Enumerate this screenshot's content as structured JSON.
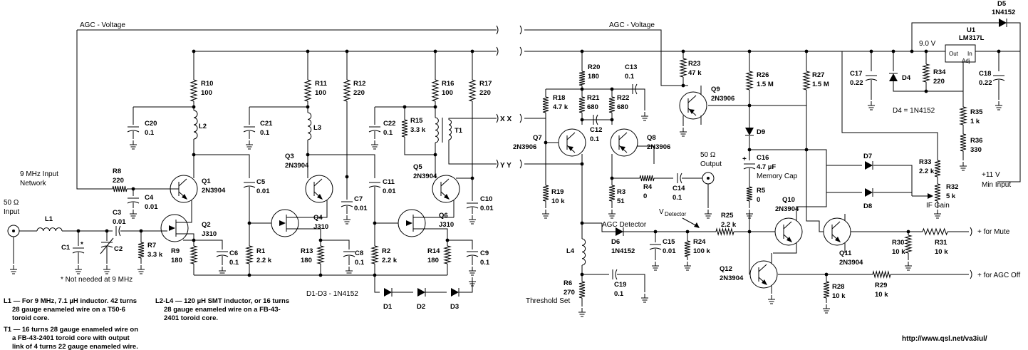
{
  "rails": {
    "agc_left": "AGC - Voltage",
    "agc_right": "AGC - Voltage"
  },
  "labels": {
    "input": [
      "50 Ω",
      "Input"
    ],
    "net": [
      "9 MHz Input",
      "Network"
    ],
    "notneeded": "* Not needed at 9 MHz",
    "star": "*",
    "xx": "X  X",
    "yy": "Y  Y",
    "output": [
      "50 Ω",
      "Output"
    ],
    "agcdet": "AGC Detector",
    "vdet": "V",
    "vdet_sub": "Detector",
    "memcap": "Memory Cap",
    "plus": "+",
    "d4note": "D4 = 1N4152",
    "ifgain": "IF Gain",
    "min_input": [
      "+11 V",
      "Min Input"
    ],
    "vreg": "9.0 V",
    "for_mute": "+ for Mute",
    "for_agc": "+ for AGC Off",
    "threshold": "Threshold Set",
    "d_note": "D1-D3 - 1N4152",
    "u1_out": "Out",
    "u1_in": "In",
    "u1_adj": "Adj",
    "url": "http://www.qsl.net/va3iul/"
  },
  "components": [
    {
      "id": "r10",
      "ref": "R10",
      "val": "100"
    },
    {
      "id": "c20",
      "ref": "C20",
      "val": "0.1"
    },
    {
      "id": "l2",
      "ref": "L2",
      "val": ""
    },
    {
      "id": "r8",
      "ref": "R8",
      "val": "220"
    },
    {
      "id": "c4",
      "ref": "C4",
      "val": "0.01"
    },
    {
      "id": "q1",
      "ref": "Q1",
      "val": "2N3904"
    },
    {
      "id": "q2",
      "ref": "Q2",
      "val": "J310"
    },
    {
      "id": "l1",
      "ref": "L1",
      "val": ""
    },
    {
      "id": "c3",
      "ref": "C3",
      "val": "0.01"
    },
    {
      "id": "c1",
      "ref": "C1",
      "val": ""
    },
    {
      "id": "c2",
      "ref": "C2",
      "val": ""
    },
    {
      "id": "r7",
      "ref": "R7",
      "val": "3.3 k"
    },
    {
      "id": "r9",
      "ref": "R9",
      "val": "180"
    },
    {
      "id": "c6",
      "ref": "C6",
      "val": "0.1"
    },
    {
      "id": "c21",
      "ref": "C21",
      "val": "0.1"
    },
    {
      "id": "r11",
      "ref": "R11",
      "val": "100"
    },
    {
      "id": "l3",
      "ref": "L3",
      "val": ""
    },
    {
      "id": "r12",
      "ref": "R12",
      "val": "220"
    },
    {
      "id": "c5",
      "ref": "C5",
      "val": "0.01"
    },
    {
      "id": "q3",
      "ref": "Q3",
      "val": "2N3904"
    },
    {
      "id": "q4",
      "ref": "Q4",
      "val": "J310"
    },
    {
      "id": "c7",
      "ref": "C7",
      "val": "0.01"
    },
    {
      "id": "r1",
      "ref": "R1",
      "val": "2.2 k"
    },
    {
      "id": "r13",
      "ref": "R13",
      "val": "180"
    },
    {
      "id": "c8",
      "ref": "C8",
      "val": "0.1"
    },
    {
      "id": "c22",
      "ref": "C22",
      "val": "0.1"
    },
    {
      "id": "r15",
      "ref": "R15",
      "val": "3.3 k"
    },
    {
      "id": "r16",
      "ref": "R16",
      "val": "100"
    },
    {
      "id": "r17",
      "ref": "R17",
      "val": "220"
    },
    {
      "id": "t1",
      "ref": "T1",
      "val": ""
    },
    {
      "id": "c11",
      "ref": "C11",
      "val": "0.01"
    },
    {
      "id": "q5",
      "ref": "Q5",
      "val": "2N3904"
    },
    {
      "id": "q6",
      "ref": "Q6",
      "val": "J310"
    },
    {
      "id": "c10",
      "ref": "C10",
      "val": "0.01"
    },
    {
      "id": "r2",
      "ref": "R2",
      "val": "2.2 k"
    },
    {
      "id": "r14",
      "ref": "R14",
      "val": "180"
    },
    {
      "id": "c9",
      "ref": "C9",
      "val": "0.1"
    },
    {
      "id": "d1",
      "ref": "D1",
      "val": ""
    },
    {
      "id": "d2",
      "ref": "D2",
      "val": ""
    },
    {
      "id": "d3",
      "ref": "D3",
      "val": ""
    },
    {
      "id": "r20",
      "ref": "R20",
      "val": "180"
    },
    {
      "id": "c13",
      "ref": "C13",
      "val": "0.1"
    },
    {
      "id": "r18",
      "ref": "R18",
      "val": "4.7 k"
    },
    {
      "id": "r21",
      "ref": "R21",
      "val": "680"
    },
    {
      "id": "r22",
      "ref": "R22",
      "val": "680"
    },
    {
      "id": "c12",
      "ref": "C12",
      "val": "0.1"
    },
    {
      "id": "q7",
      "ref": "Q7",
      "val": "2N3906"
    },
    {
      "id": "q8",
      "ref": "Q8",
      "val": "2N3906"
    },
    {
      "id": "r19",
      "ref": "R19",
      "val": "10 k"
    },
    {
      "id": "r3",
      "ref": "R3",
      "val": "51"
    },
    {
      "id": "r4",
      "ref": "R4",
      "val": "0"
    },
    {
      "id": "c14",
      "ref": "C14",
      "val": "0.1"
    },
    {
      "id": "r23",
      "ref": "R23",
      "val": "47 k"
    },
    {
      "id": "q9",
      "ref": "Q9",
      "val": "2N3906"
    },
    {
      "id": "l4",
      "ref": "L4",
      "val": ""
    },
    {
      "id": "d6",
      "ref": "D6",
      "val": "1N4152"
    },
    {
      "id": "c15",
      "ref": "C15",
      "val": "0.01"
    },
    {
      "id": "r24",
      "ref": "R24",
      "val": "100 k"
    },
    {
      "id": "r6",
      "ref": "R6",
      "val": "270"
    },
    {
      "id": "c19",
      "ref": "C19",
      "val": "0.1"
    },
    {
      "id": "r26",
      "ref": "R26",
      "val": "1.5 M"
    },
    {
      "id": "d9",
      "ref": "D9",
      "val": ""
    },
    {
      "id": "c16",
      "ref": "C16",
      "val": "4.7 µF"
    },
    {
      "id": "r5",
      "ref": "R5",
      "val": "0"
    },
    {
      "id": "r25",
      "ref": "R25",
      "val": "2.2 k"
    },
    {
      "id": "r27",
      "ref": "R27",
      "val": "1.5 M"
    },
    {
      "id": "q10",
      "ref": "Q10",
      "val": "2N3904"
    },
    {
      "id": "q11",
      "ref": "Q11",
      "val": "2N3904"
    },
    {
      "id": "q12",
      "ref": "Q12",
      "val": "2N3904"
    },
    {
      "id": "r28",
      "ref": "R28",
      "val": "10 k"
    },
    {
      "id": "r29",
      "ref": "R29",
      "val": "10 k"
    },
    {
      "id": "r30",
      "ref": "R30",
      "val": "10 k"
    },
    {
      "id": "r31",
      "ref": "R31",
      "val": "10 k"
    },
    {
      "id": "d7",
      "ref": "D7",
      "val": ""
    },
    {
      "id": "d8",
      "ref": "D8",
      "val": ""
    },
    {
      "id": "r33",
      "ref": "R33",
      "val": "2.2 k"
    },
    {
      "id": "r32",
      "ref": "R32",
      "val": "5 k"
    },
    {
      "id": "c17",
      "ref": "C17",
      "val": "0.22"
    },
    {
      "id": "d4",
      "ref": "D4",
      "val": ""
    },
    {
      "id": "r34",
      "ref": "R34",
      "val": "220"
    },
    {
      "id": "u1",
      "ref": "U1",
      "val": "LM317L"
    },
    {
      "id": "c18",
      "ref": "C18",
      "val": "0.22"
    },
    {
      "id": "r35",
      "ref": "R35",
      "val": "1 k"
    },
    {
      "id": "r36",
      "ref": "R36",
      "val": "330"
    },
    {
      "id": "d5",
      "ref": "D5",
      "val": "1N4152"
    }
  ],
  "notes": {
    "l1_head": "L1 — For 9 MHz, 7.1 µH inductor. 42 turns",
    "l1_lines": [
      "28 gauge enameled wire on a T50-6",
      "toroid core."
    ],
    "l2_head": "L2-L4 — 120 µH SMT inductor, or 16 turns",
    "l2_lines": [
      "28 gauge enameled wire on a FB-43-",
      "2401 toroid core."
    ],
    "t1_head": "T1 — 16 turns 28 gauge enameled wire on",
    "t1_lines": [
      "a FB-43-2401 toroid core with output",
      "link of 4 turns 22 gauge enameled wire."
    ]
  }
}
